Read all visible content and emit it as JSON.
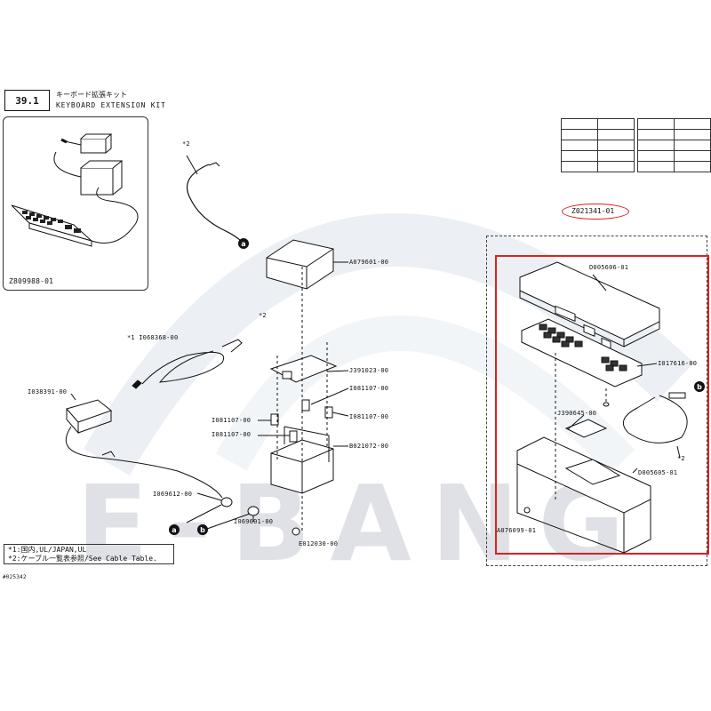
{
  "header": {
    "section_number": "39.1",
    "title_jp": "キーボード拡張キット",
    "title_en": "KEYBOARD EXTENSION KIT"
  },
  "inset": {
    "part_number": "Z809988-01"
  },
  "callouts": {
    "kit_number": "Z021341-01",
    "a079601": "A079601-00",
    "j391023": "J391023-00",
    "i081107_1": "I081107-00",
    "i081107_2": "I081107-00",
    "i081107_3": "I081107-00",
    "i081107_4": "I081107-00",
    "b021072": "B021072-00",
    "i068368": "*1 I068368-00",
    "i038391": "I038391-00",
    "i069612": "I069612-00",
    "i069601": "I069601-00",
    "e012030": "E012030-00",
    "star2_top": "*2",
    "star2_mid": "*2",
    "star2_right": "*2",
    "d005606": "D005606-01",
    "i017616": "I017616-00",
    "j390645": "J390645-00",
    "d005605": "D005605-01",
    "a076099": "A076099-01"
  },
  "markers": {
    "a": "a",
    "b": "b"
  },
  "notes": {
    "line1": "*1:国内,UL/JAPAN,UL",
    "line2": "*2:ケーブル一覧表参照/See Cable Table."
  },
  "footer": {
    "figure_id": "#025342"
  },
  "watermark": "E-BANG"
}
